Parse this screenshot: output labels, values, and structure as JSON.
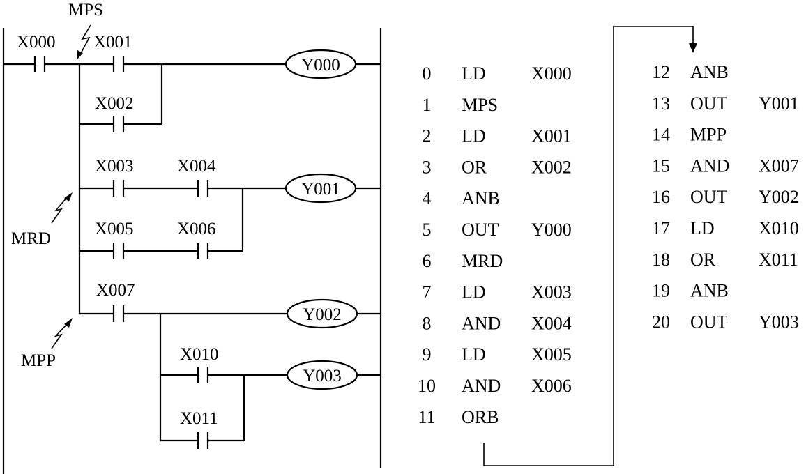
{
  "ladder": {
    "annotations": {
      "mps": "MPS",
      "mrd": "MRD",
      "mpp": "MPP"
    },
    "contacts": {
      "x000": "X000",
      "x001": "X001",
      "x002": "X002",
      "x003": "X003",
      "x004": "X004",
      "x005": "X005",
      "x006": "X006",
      "x007": "X007",
      "x010": "X010",
      "x011": "X011"
    },
    "coils": {
      "y000": "Y000",
      "y001": "Y001",
      "y002": "Y002",
      "y003": "Y003"
    }
  },
  "program": {
    "col1": [
      {
        "step": "0",
        "op": "LD",
        "operand": "X000"
      },
      {
        "step": "1",
        "op": "MPS",
        "operand": ""
      },
      {
        "step": "2",
        "op": "LD",
        "operand": "X001"
      },
      {
        "step": "3",
        "op": "OR",
        "operand": "X002"
      },
      {
        "step": "4",
        "op": "ANB",
        "operand": ""
      },
      {
        "step": "5",
        "op": "OUT",
        "operand": "Y000"
      },
      {
        "step": "6",
        "op": "MRD",
        "operand": ""
      },
      {
        "step": "7",
        "op": "LD",
        "operand": "X003"
      },
      {
        "step": "8",
        "op": "AND",
        "operand": "X004"
      },
      {
        "step": "9",
        "op": "LD",
        "operand": "X005"
      },
      {
        "step": "10",
        "op": "AND",
        "operand": "X006"
      },
      {
        "step": "11",
        "op": "ORB",
        "operand": ""
      }
    ],
    "col2": [
      {
        "step": "12",
        "op": "ANB",
        "operand": ""
      },
      {
        "step": "13",
        "op": "OUT",
        "operand": "Y001"
      },
      {
        "step": "14",
        "op": "MPP",
        "operand": ""
      },
      {
        "step": "15",
        "op": "AND",
        "operand": "X007"
      },
      {
        "step": "16",
        "op": "OUT",
        "operand": "Y002"
      },
      {
        "step": "17",
        "op": "LD",
        "operand": "X010"
      },
      {
        "step": "18",
        "op": "OR",
        "operand": "X011"
      },
      {
        "step": "19",
        "op": "ANB",
        "operand": ""
      },
      {
        "step": "20",
        "op": "OUT",
        "operand": "Y003"
      }
    ]
  }
}
